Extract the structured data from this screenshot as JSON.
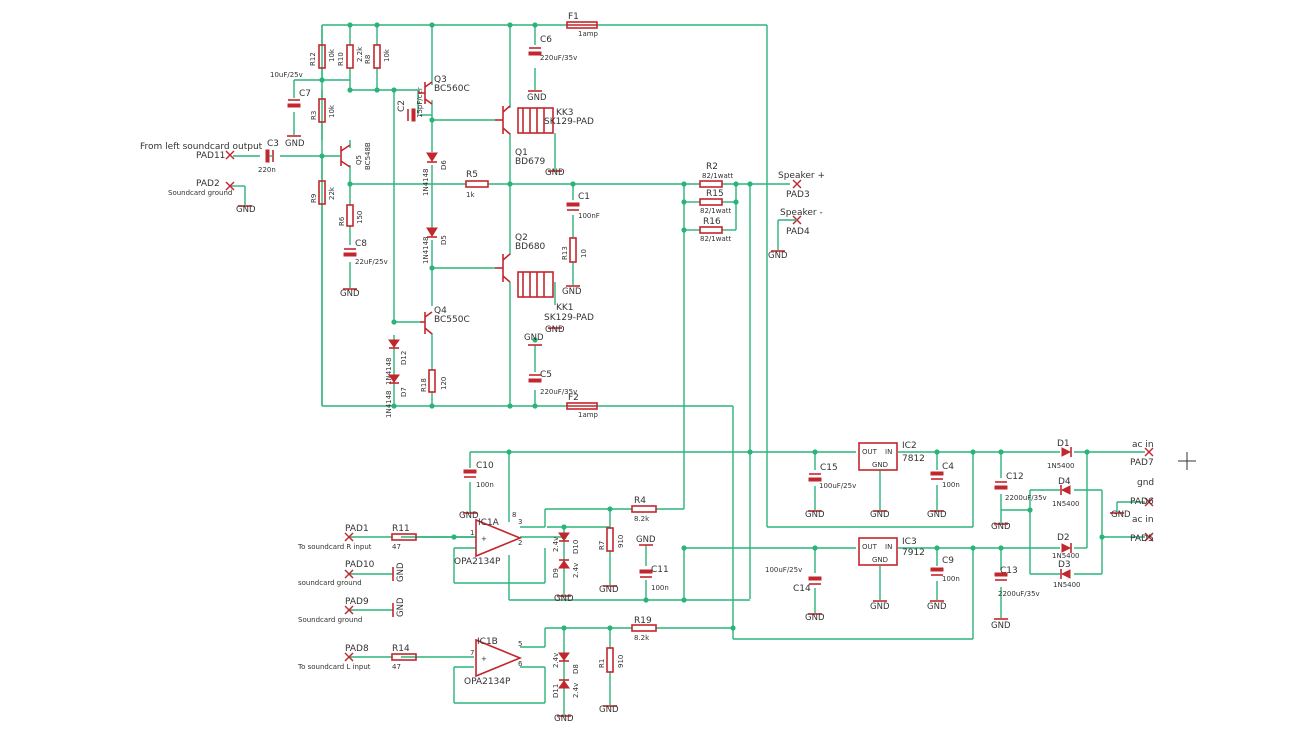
{
  "labels": {
    "from_left": "From left soundcard output",
    "pad11": "PAD11",
    "pad2": "PAD2",
    "soundcard_ground": "Soundcard ground",
    "gnd": "GND",
    "speaker_plus": "Speaker +",
    "speaker_minus": "Speaker -",
    "pad3": "PAD3",
    "pad4": "PAD4",
    "pad1": "PAD1",
    "to_sc_r": "To soundcard R input",
    "pad10": "PAD10",
    "soundcard_ground_lc": "soundcard ground",
    "pad9": "PAD9",
    "pad8": "PAD8",
    "to_sc_l": "To soundcard L input",
    "ac_in": "ac in",
    "pad7": "PAD7",
    "gnd_lc": "gnd",
    "pad6": "PAD6",
    "pad5": "PAD5"
  },
  "components": {
    "F1": "F1",
    "F1_val": "1amp",
    "F2": "F2",
    "F2_val": "1amp",
    "C6": "C6",
    "C6_val": "220uF/35v",
    "C5": "C5",
    "C5_val": "220uF/35v",
    "R12": "R12",
    "R12_val": "10k",
    "R10": "R10",
    "R10_val": "2.2k",
    "R8": "R8",
    "R8_val": "10k",
    "C7": "C7",
    "C7_val": "10uF/25v",
    "R3": "R3",
    "R3_val": "10k",
    "Q3": "Q3",
    "Q3_val": "BC560C",
    "C2": "C2",
    "C2_val": "15pF/cer",
    "KK3": "KK3",
    "KK3_val": "SK129-PAD",
    "KK1": "KK1",
    "KK1_val": "SK129-PAD",
    "Q1": "Q1",
    "Q1_val": "BD679",
    "Q2": "Q2",
    "Q2_val": "BD680",
    "C3": "C3",
    "C3_val": "220n",
    "Q5": "Q5",
    "Q5_val": "BC548B",
    "D6": "D6",
    "D6_val": "1N4148",
    "D5": "D5",
    "D5_val": "1N4148",
    "R5": "R5",
    "R5_val": "1k",
    "R9": "R9",
    "R9_val": "22k",
    "R6": "R6",
    "R6_val": "150",
    "C8": "C8",
    "C8_val": "22uF/25v",
    "R2": "R2",
    "R2_val": "82/1watt",
    "R15": "R15",
    "R15_val": "82/1watt",
    "R16": "R16",
    "R16_val": "82/1watt",
    "C1": "C1",
    "C1_val": "100nF",
    "R13": "R13",
    "R13_val": "10",
    "Q4": "Q4",
    "Q4_val": "BC550C",
    "D12": "D12",
    "D12_val": "1N4148",
    "D7": "D7",
    "D7_val": "1N4148",
    "R18": "R18",
    "R18_val": "120",
    "C10": "C10",
    "C10_val": "100n",
    "IC1A": "IC1A",
    "IC1A_val": "OPA2134P",
    "IC1B": "IC1B",
    "IC1B_val": "OPA2134P",
    "R11": "R11",
    "R11_val": "47",
    "R14": "R14",
    "R14_val": "47",
    "D10": "D10",
    "D10_val": "2.4v",
    "D9": "D9",
    "D9_val": "2.4v",
    "D8": "D8",
    "D8_val": "2.4v",
    "D11": "D11",
    "D11_val": "2.4v",
    "R7": "R7",
    "R7_val": "910",
    "R1": "R1",
    "R1_val": "910",
    "R4": "R4",
    "R4_val": "8.2k",
    "R19": "R19",
    "R19_val": "8.2k",
    "C11": "C11",
    "C11_val": "100n",
    "IC2": "IC2",
    "IC2_val": "7812",
    "IC3": "IC3",
    "IC3_val": "7912",
    "OUT": "OUT",
    "IN": "IN",
    "GND": "GND",
    "C15": "C15",
    "C15_val": "100uF/25v",
    "C14": "C14",
    "C14_val": "100uF/25v",
    "C4": "C4",
    "C4_val": "100n",
    "C9": "C9",
    "C9_val": "100n",
    "C12": "C12",
    "C12_val": "2200uF/35v",
    "C13": "C13",
    "C13_val": "2200uF/35v",
    "D1": "D1",
    "D1_val": "1N5400",
    "D4": "D4",
    "D4_val": "1N5400",
    "D2": "D2",
    "D2_val": "1N5400",
    "D3": "D3",
    "D3_val": "1N5400",
    "pin_plus": "+",
    "pin1": "1",
    "pin2": "2",
    "pin3": "3",
    "pin5": "5",
    "pin6": "6",
    "pin7": "7",
    "pin8": "8"
  }
}
